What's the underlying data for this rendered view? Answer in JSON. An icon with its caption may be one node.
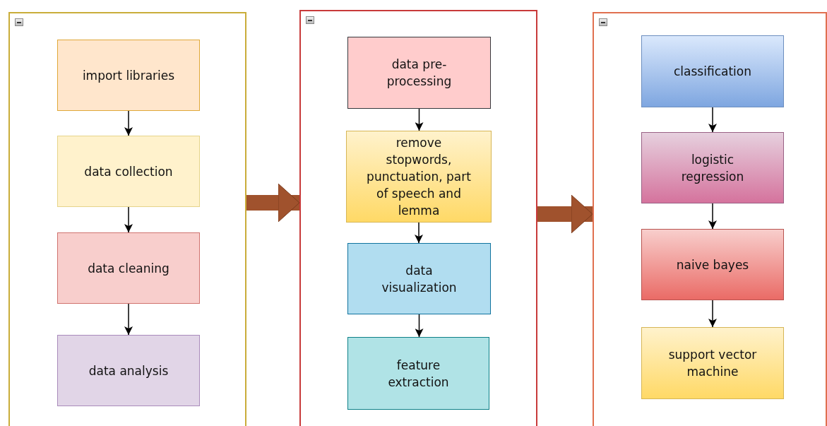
{
  "diagram": {
    "nodes": [
      {
        "text": [],
        "shape": "box"
      },
      {
        "text": [
          "import libraries"
        ],
        "in": 0
      },
      {
        "text": [
          "data collection"
        ],
        "in": 0
      },
      {
        "text": [
          "data cleaning"
        ],
        "in": 0
      },
      {
        "text": [
          "data analysis"
        ],
        "in": 0
      },
      {
        "text": [],
        "shape": "box"
      },
      {
        "text": [
          "data pre-processing"
        ],
        "in": 5
      },
      {
        "text": [
          "remove stopwords, punctuation, part of speech and lemma"
        ],
        "in": 5
      },
      {
        "text": [
          "data visualization"
        ],
        "in": 5
      },
      {
        "text": [
          "feature extraction"
        ],
        "in": 5
      },
      {
        "text": [],
        "shape": "box"
      },
      {
        "text": [
          "classification"
        ],
        "in": 10
      },
      {
        "text": [
          "logistic regression"
        ],
        "in": 10
      },
      {
        "text": [
          "naive bayes"
        ],
        "in": 10
      },
      {
        "text": [
          "support vector machine"
        ],
        "in": 10
      }
    ],
    "edges": [
      {
        "from": 1,
        "to": 2,
        "arrow": "to"
      },
      {
        "from": 2,
        "to": 3,
        "arrow": "to"
      },
      {
        "from": 3,
        "to": 4,
        "arrow": "to"
      },
      {
        "from": 0,
        "to": 5,
        "arrow": "to",
        "style": "thick",
        "color": "#a0522d"
      },
      {
        "from": 6,
        "to": 7,
        "arrow": "to"
      },
      {
        "from": 7,
        "to": 8,
        "arrow": "to"
      },
      {
        "from": 8,
        "to": 9,
        "arrow": "to"
      },
      {
        "from": 5,
        "to": 10,
        "arrow": "to",
        "style": "thick",
        "color": "#a0522d"
      },
      {
        "from": 11,
        "to": 12,
        "arrow": "to"
      },
      {
        "from": 12,
        "to": 13,
        "arrow": "to"
      },
      {
        "from": 13,
        "to": 14,
        "arrow": "to"
      }
    ]
  }
}
